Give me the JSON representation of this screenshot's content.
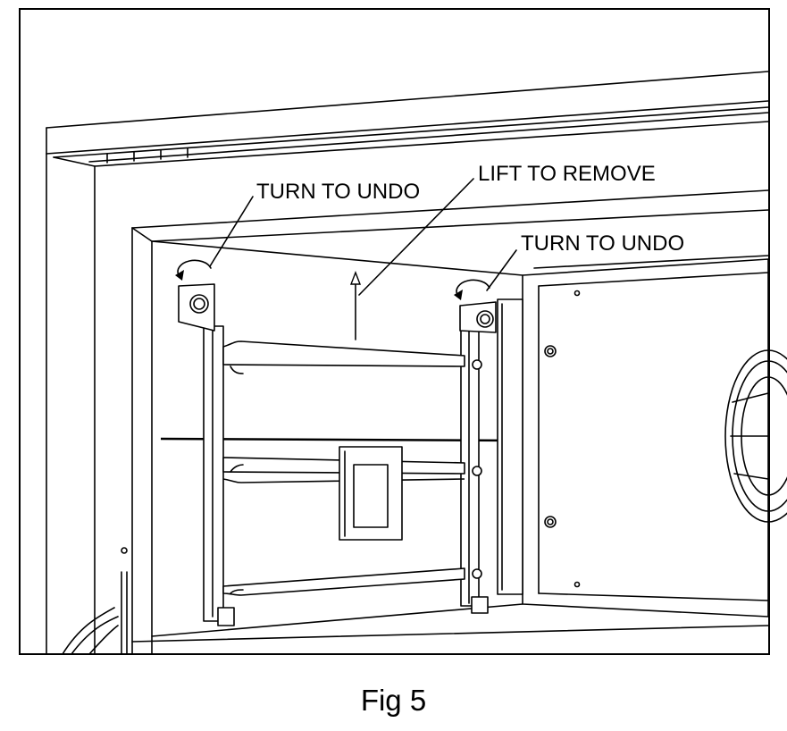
{
  "labels": {
    "turn_left": "TURN TO UNDO",
    "lift": "LIFT TO REMOVE",
    "turn_right": "TURN TO UNDO"
  },
  "caption": "Fig 5"
}
